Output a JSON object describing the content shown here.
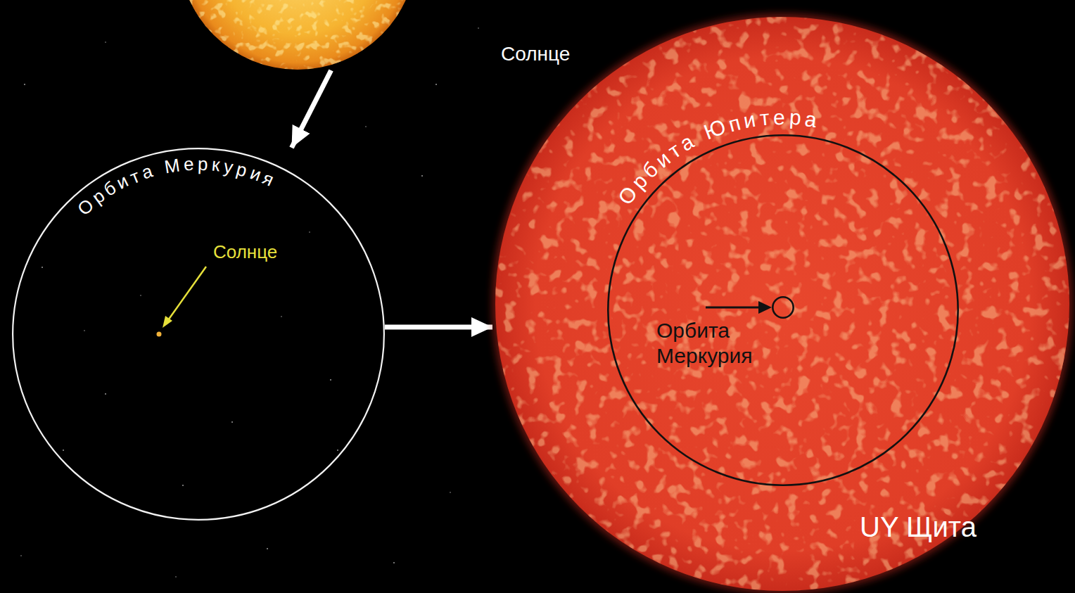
{
  "diagram": {
    "nodes": [
      {
        "text": [
          "Солнце"
        ]
      },
      {
        "text": [
          "Орбита Меркурия"
        ]
      },
      {
        "text": [
          "Солнце"
        ],
        "in": 1
      },
      {
        "text": [
          "UY Щита"
        ]
      },
      {
        "text": [
          "Орбита Юпитера"
        ],
        "in": 3
      },
      {
        "text": [
          "Орбита Меркурия"
        ],
        "in": 4
      }
    ],
    "edges": [
      {
        "from": 0,
        "to": 1,
        "arrow": "to"
      },
      {
        "from": 1,
        "to": 3,
        "arrow": "to"
      }
    ]
  }
}
